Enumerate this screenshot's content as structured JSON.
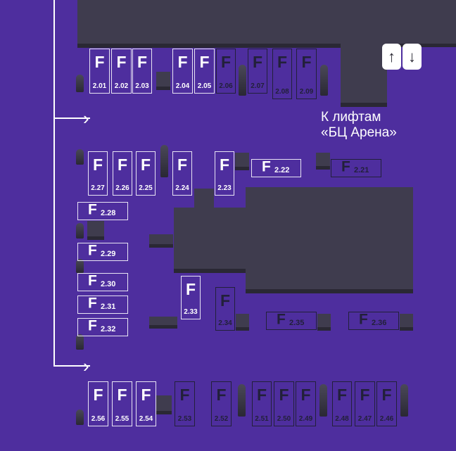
{
  "caption": {
    "line1": "К лифтам",
    "line2": "«БЦ Арена»"
  },
  "lift_icons": {
    "up": "arrow-up-icon",
    "down": "arrow-down-icon"
  },
  "colors": {
    "background": "#4E2E9E",
    "building": "#3F3C4E",
    "building_edge": "#2A2834",
    "free_spot": "#FFFFFF",
    "occupied_spot": "#22203A"
  },
  "spots": [
    {
      "id": "2.01",
      "letter": "F",
      "status": "free"
    },
    {
      "id": "2.02",
      "letter": "F",
      "status": "free"
    },
    {
      "id": "2.03",
      "letter": "F",
      "status": "free"
    },
    {
      "id": "2.04",
      "letter": "F",
      "status": "free"
    },
    {
      "id": "2.05",
      "letter": "F",
      "status": "free"
    },
    {
      "id": "2.06",
      "letter": "F",
      "status": "occupied"
    },
    {
      "id": "2.07",
      "letter": "F",
      "status": "occupied"
    },
    {
      "id": "2.08",
      "letter": "F",
      "status": "occupied"
    },
    {
      "id": "2.09",
      "letter": "F",
      "status": "occupied"
    },
    {
      "id": "2.21",
      "letter": "F",
      "status": "occupied"
    },
    {
      "id": "2.22",
      "letter": "F",
      "status": "free"
    },
    {
      "id": "2.23",
      "letter": "F",
      "status": "free"
    },
    {
      "id": "2.24",
      "letter": "F",
      "status": "free"
    },
    {
      "id": "2.25",
      "letter": "F",
      "status": "free"
    },
    {
      "id": "2.26",
      "letter": "F",
      "status": "free"
    },
    {
      "id": "2.27",
      "letter": "F",
      "status": "free"
    },
    {
      "id": "2.28",
      "letter": "F",
      "status": "free"
    },
    {
      "id": "2.29",
      "letter": "F",
      "status": "free"
    },
    {
      "id": "2.30",
      "letter": "F",
      "status": "free"
    },
    {
      "id": "2.31",
      "letter": "F",
      "status": "free"
    },
    {
      "id": "2.32",
      "letter": "F",
      "status": "free"
    },
    {
      "id": "2.33",
      "letter": "F",
      "status": "free"
    },
    {
      "id": "2.34",
      "letter": "F",
      "status": "occupied"
    },
    {
      "id": "2.35",
      "letter": "F",
      "status": "occupied"
    },
    {
      "id": "2.36",
      "letter": "F",
      "status": "occupied"
    },
    {
      "id": "2.56",
      "letter": "F",
      "status": "free"
    },
    {
      "id": "2.55",
      "letter": "F",
      "status": "free"
    },
    {
      "id": "2.54",
      "letter": "F",
      "status": "free"
    },
    {
      "id": "2.53",
      "letter": "F",
      "status": "occupied"
    },
    {
      "id": "2.52",
      "letter": "F",
      "status": "occupied"
    },
    {
      "id": "2.51",
      "letter": "F",
      "status": "occupied"
    },
    {
      "id": "2.50",
      "letter": "F",
      "status": "occupied"
    },
    {
      "id": "2.49",
      "letter": "F",
      "status": "occupied"
    },
    {
      "id": "2.48",
      "letter": "F",
      "status": "occupied"
    },
    {
      "id": "2.47",
      "letter": "F",
      "status": "occupied"
    },
    {
      "id": "2.46",
      "letter": "F",
      "status": "occupied"
    }
  ]
}
